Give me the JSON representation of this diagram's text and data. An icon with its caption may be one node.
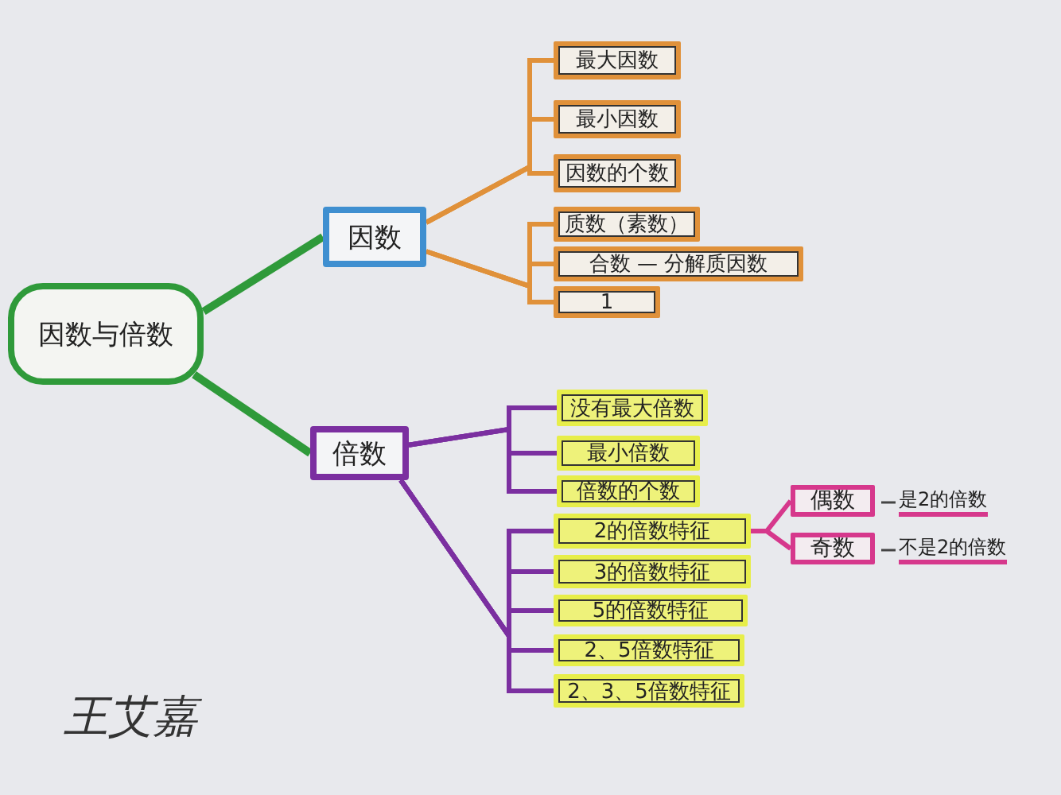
{
  "diagram": {
    "nodes": [
      {
        "text": [
          "因数与倍数"
        ]
      },
      {
        "text": [
          "因数"
        ]
      },
      {
        "text": [
          "最大因数"
        ]
      },
      {
        "text": [
          "最小因数"
        ]
      },
      {
        "text": [
          "因数的个数"
        ]
      },
      {
        "text": [
          "质数（素数）"
        ]
      },
      {
        "text": [
          "合数 — 分解质因数"
        ]
      },
      {
        "text": [
          "1"
        ]
      },
      {
        "text": [
          "倍数"
        ]
      },
      {
        "text": [
          "没有最大倍数"
        ]
      },
      {
        "text": [
          "最小倍数"
        ]
      },
      {
        "text": [
          "倍数的个数"
        ]
      },
      {
        "text": [
          "2的倍数特征"
        ]
      },
      {
        "text": [
          "3的倍数特征"
        ]
      },
      {
        "text": [
          "5的倍数特征"
        ]
      },
      {
        "text": [
          "2、5倍数特征"
        ]
      },
      {
        "text": [
          "2、3、5倍数特征"
        ]
      },
      {
        "text": [
          "偶数"
        ],
        "beside": [
          "是2的倍数"
        ]
      },
      {
        "text": [
          "奇数"
        ],
        "beside": [
          "不是2的倍数"
        ]
      }
    ],
    "edges": [
      {
        "from": 0,
        "to": 1,
        "arrow": "none",
        "color": "#2f9a3a"
      },
      {
        "from": 0,
        "to": 8,
        "arrow": "none",
        "color": "#2f9a3a"
      },
      {
        "from": 1,
        "to": 2,
        "arrow": "none",
        "color": "#e0913a"
      },
      {
        "from": 1,
        "to": 3,
        "arrow": "none",
        "color": "#e0913a"
      },
      {
        "from": 1,
        "to": 4,
        "arrow": "none",
        "color": "#e0913a"
      },
      {
        "from": 1,
        "to": 5,
        "arrow": "none",
        "color": "#e0913a"
      },
      {
        "from": 1,
        "to": 6,
        "arrow": "none",
        "color": "#e0913a"
      },
      {
        "from": 1,
        "to": 7,
        "arrow": "none",
        "color": "#e0913a"
      },
      {
        "from": 8,
        "to": 9,
        "arrow": "none",
        "color": "#7b2fa0"
      },
      {
        "from": 8,
        "to": 10,
        "arrow": "none",
        "color": "#7b2fa0"
      },
      {
        "from": 8,
        "to": 11,
        "arrow": "none",
        "color": "#7b2fa0"
      },
      {
        "from": 8,
        "to": 12,
        "arrow": "none",
        "color": "#7b2fa0"
      },
      {
        "from": 8,
        "to": 13,
        "arrow": "none",
        "color": "#7b2fa0"
      },
      {
        "from": 8,
        "to": 14,
        "arrow": "none",
        "color": "#7b2fa0"
      },
      {
        "from": 8,
        "to": 15,
        "arrow": "none",
        "color": "#7b2fa0"
      },
      {
        "from": 8,
        "to": 16,
        "arrow": "none",
        "color": "#7b2fa0"
      },
      {
        "from": 12,
        "to": 17,
        "arrow": "none",
        "color": "#d6388c"
      },
      {
        "from": 12,
        "to": 18,
        "arrow": "none",
        "color": "#d6388c"
      }
    ],
    "labels": [
      "王艾嘉"
    ]
  }
}
